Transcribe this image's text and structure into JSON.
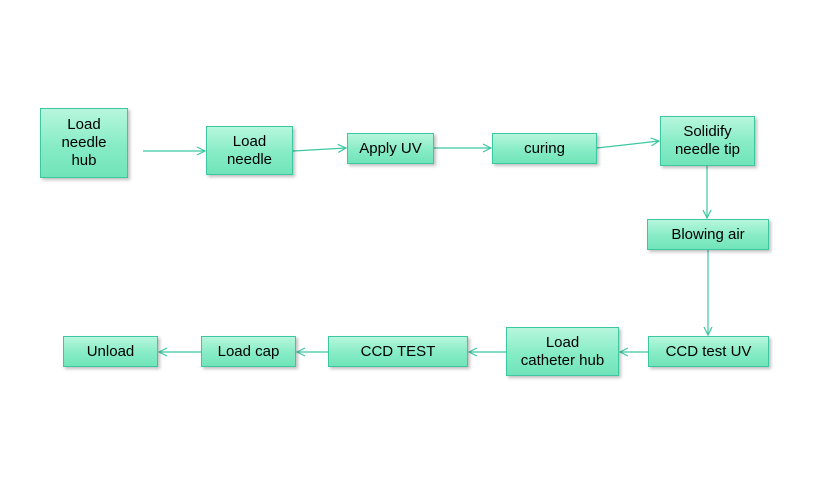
{
  "colors": {
    "node_fill": "#86ecc6",
    "node_border": "#3cc7a1",
    "arrow": "#3cc7a1",
    "text": "#000000"
  },
  "nodes": [
    {
      "id": "load-needle-hub",
      "label": "Load\nneedle\nhub"
    },
    {
      "id": "load-needle",
      "label": "Load\nneedle"
    },
    {
      "id": "apply-uv",
      "label": "Apply UV"
    },
    {
      "id": "curing",
      "label": "curing"
    },
    {
      "id": "solidify",
      "label": "Solidify\nneedle tip"
    },
    {
      "id": "blowing-air",
      "label": "Blowing air"
    },
    {
      "id": "ccd-test-uv",
      "label": "CCD test UV"
    },
    {
      "id": "load-catheter-hub",
      "label": "Load\ncatheter hub"
    },
    {
      "id": "ccd-test",
      "label": "CCD TEST"
    },
    {
      "id": "load-cap",
      "label": "Load cap"
    },
    {
      "id": "unload",
      "label": "Unload"
    }
  ],
  "edges": [
    {
      "from": "load-needle-hub",
      "to": "load-needle"
    },
    {
      "from": "load-needle",
      "to": "apply-uv"
    },
    {
      "from": "apply-uv",
      "to": "curing"
    },
    {
      "from": "curing",
      "to": "solidify"
    },
    {
      "from": "solidify",
      "to": "blowing-air"
    },
    {
      "from": "blowing-air",
      "to": "ccd-test-uv"
    },
    {
      "from": "ccd-test-uv",
      "to": "load-catheter-hub"
    },
    {
      "from": "load-catheter-hub",
      "to": "ccd-test"
    },
    {
      "from": "ccd-test",
      "to": "load-cap"
    },
    {
      "from": "load-cap",
      "to": "unload"
    }
  ]
}
